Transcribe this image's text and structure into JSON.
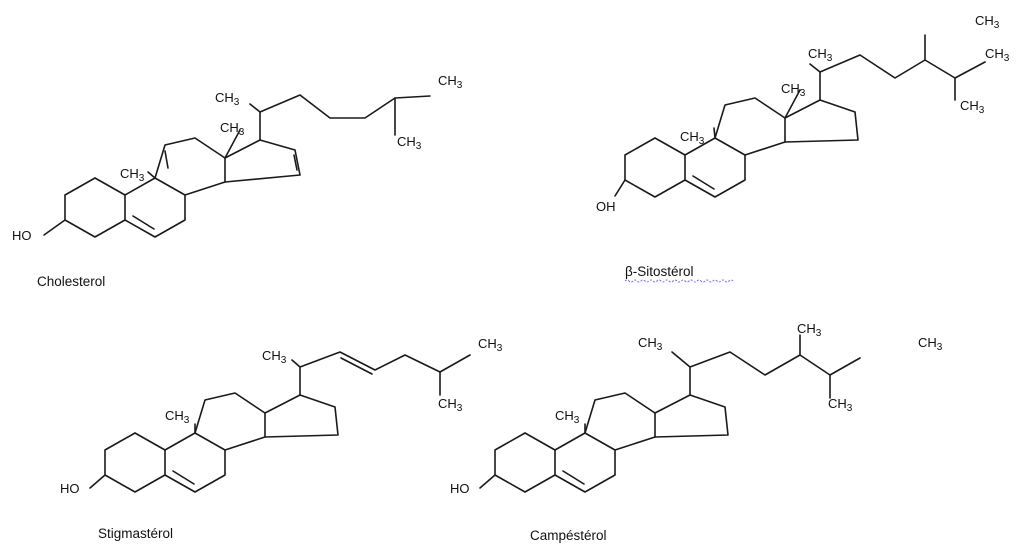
{
  "molecules": [
    {
      "id": "cholesterol",
      "name": "Cholesterol",
      "groups": {
        "methyl_19": "CH3",
        "methyl_18": "CH3",
        "methyl_21": "CH3",
        "methyl_26": "CH3",
        "methyl_27": "CH3",
        "hydroxyl": "HO"
      }
    },
    {
      "id": "beta-sitosterol",
      "name": "β-Sitostérol",
      "groups": {
        "methyl_19": "CH3",
        "methyl_18": "CH3",
        "methyl_21": "CH3",
        "methyl_ethyl": "CH3",
        "methyl_26": "CH3",
        "methyl_27": "CH3",
        "hydroxyl": "OH"
      }
    },
    {
      "id": "stigmasterol",
      "name": "Stigmastérol",
      "groups": {
        "methyl_19": "CH3",
        "methyl_21": "CH3",
        "methyl_26": "CH3",
        "methyl_27": "CH3",
        "hydroxyl": "HO"
      }
    },
    {
      "id": "campesterol",
      "name": "Campéstérol",
      "groups": {
        "methyl_19": "CH3",
        "methyl_21": "CH3",
        "methyl_24": "CH3",
        "methyl_26": "CH3",
        "methyl_27": "CH3",
        "hydroxyl": "HO"
      }
    }
  ]
}
